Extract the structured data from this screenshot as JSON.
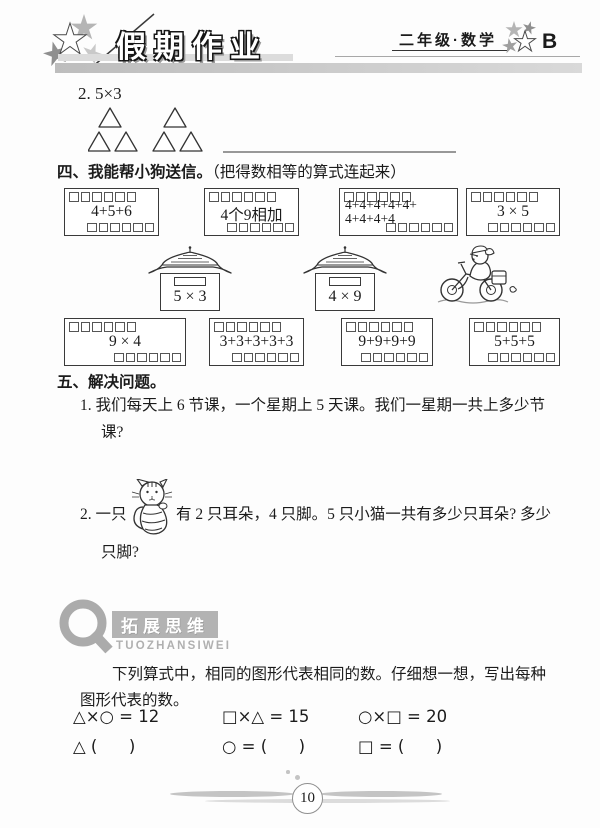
{
  "header": {
    "title": "假期作业",
    "grade": "二年级·数学",
    "badge": "B"
  },
  "exercise2": {
    "label": "2. 5×3"
  },
  "section4": {
    "title": "四、我能帮小狗送信。",
    "note": "（把得数相等的算式连起来）",
    "envelopes_top": [
      {
        "lines": [
          "4+5+6"
        ]
      },
      {
        "lines": [
          "4个9相加"
        ]
      },
      {
        "lines": [
          "4+4+4+4+4+",
          "4+4+4+4"
        ]
      },
      {
        "lines": [
          "3 × 5"
        ]
      }
    ],
    "houses": [
      {
        "label": "5 × 3"
      },
      {
        "label": "4 × 9"
      }
    ],
    "envelopes_bottom": [
      {
        "lines": [
          "9 × 4"
        ]
      },
      {
        "lines": [
          "3+3+3+3+3"
        ]
      },
      {
        "lines": [
          "9+9+9+9"
        ]
      },
      {
        "lines": [
          "5+5+5"
        ]
      }
    ]
  },
  "section5": {
    "title": "五、解决问题。",
    "problem1": {
      "line1": "1. 我们每天上 6 节课，一个星期上 5 天课。我们一星期一共上多少节",
      "line2": "课?"
    },
    "problem2": {
      "prefix": "2. 一只",
      "suffix": "有 2 只耳朵，4 只脚。5 只小猫一共有多少只耳朵? 多少",
      "line2": "只脚?"
    }
  },
  "extension": {
    "logo_title": "拓展思维",
    "logo_subtitle": "TUOZHANSIWEI",
    "intro_line1": "下列算式中，相同的图形代表相同的数。仔细想一想，写出每种",
    "intro_line2": "图形代表的数。",
    "equations": [
      "△×○ = 12",
      "□×△ = 15",
      "○×□ = 20"
    ],
    "answers": [
      "△ (      )",
      "○ = (      )",
      "□ = (      )"
    ]
  },
  "footer": {
    "page_number": "10"
  },
  "colors": {
    "header_bar_gray": "#c6c6c6",
    "logo_gray": "#b3b3b3",
    "ink": "#1b1b1b"
  }
}
